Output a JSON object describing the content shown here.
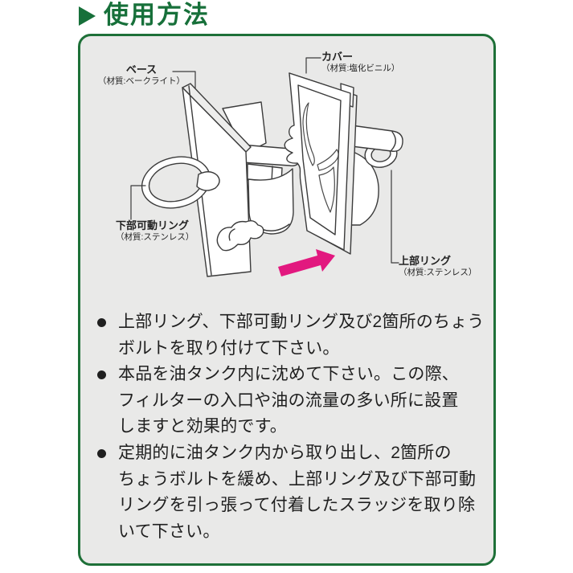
{
  "header": {
    "title": "使用方法"
  },
  "icons": {
    "section_marker": "right-pointing-triangle",
    "direction_arrow": "thick-right-arrow"
  },
  "colors": {
    "accent_green": "#17703a",
    "panel_border_green": "#1e7038",
    "panel_bg_gray": "#e9e9e8",
    "body_text": "#1f1f1f",
    "arrow_pink": "#e2187f",
    "line_art": "#3b3b3b"
  },
  "diagram": {
    "parts": {
      "base": {
        "label": "ベース",
        "material": "（材質:ベークライト）"
      },
      "cover": {
        "label": "カバー",
        "material": "（材質:塩化ビニル）"
      },
      "lower_ring": {
        "label": "下部可動リング",
        "material": "（材質:ステンレス）"
      },
      "upper_ring": {
        "label": "上部リング",
        "material": "（材質:ステンレス）"
      }
    }
  },
  "instructions": {
    "items": [
      {
        "text": "上部リング、下部可動リング及び2箇所のちょう\nボルトを取り付けて下さい。"
      },
      {
        "text": "本品を油タンク内に沈めて下さい。この際、\nフィルターの入口や油の流量の多い所に設置\nしますと効果的です。"
      },
      {
        "text": "定期的に油タンク内から取り出し、2箇所の\nちょうボルトを緩め、上部リング及び下部可動\nリングを引っ張って付着したスラッジを取り除\nいて下さい。"
      }
    ]
  }
}
